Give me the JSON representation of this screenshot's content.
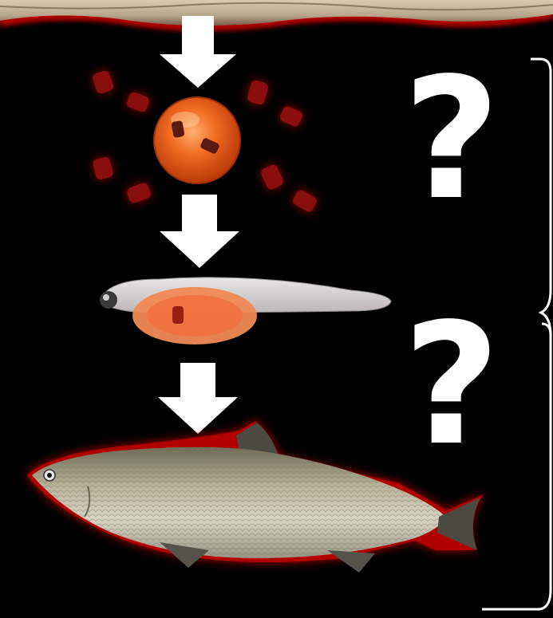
{
  "diagram": {
    "stages": [
      {
        "id": "sediment",
        "label": "sediment-layer"
      },
      {
        "id": "egg",
        "label": "egg"
      },
      {
        "id": "larva",
        "label": "larva"
      },
      {
        "id": "adult",
        "label": "adult-fish"
      }
    ],
    "question_marks": [
      "?",
      "?"
    ],
    "colors": {
      "background": "#000000",
      "arrow": "#ffffff",
      "particle": "#8a0c0c",
      "glow": "#d00000",
      "egg": "#e8531a",
      "brace": "#ffffff"
    },
    "icons": [
      "down-arrow-icon",
      "microplastic-particle-icon",
      "fish-egg-icon",
      "fish-larva-icon",
      "whitefish-icon",
      "curly-brace-icon"
    ]
  }
}
